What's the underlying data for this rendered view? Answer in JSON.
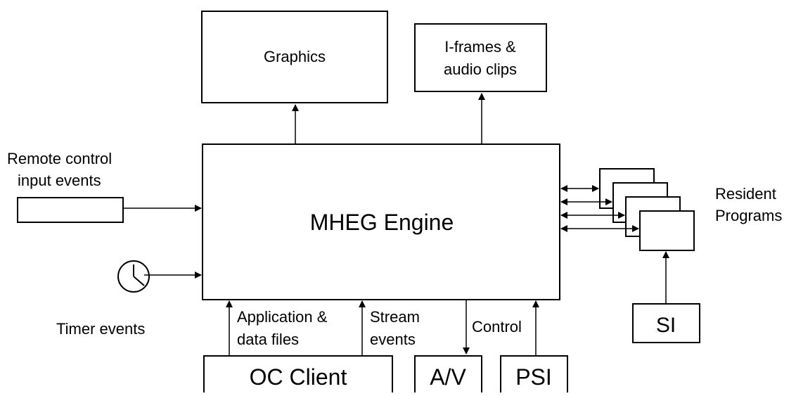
{
  "nodes": {
    "graphics": "Graphics",
    "iframes_line1": "I-frames &",
    "iframes_line2": "audio clips",
    "mheg_engine": "MHEG Engine",
    "oc_client": "OC Client",
    "av": "A/V",
    "psi": "PSI",
    "si": "SI"
  },
  "labels": {
    "remote_line1": "Remote control",
    "remote_line2": "input events",
    "timer_events": "Timer events",
    "resident_line1": "Resident",
    "resident_line2": "Programs",
    "app_files_line1": "Application &",
    "app_files_line2": "data files",
    "stream_line1": "Stream",
    "stream_line2": "events",
    "control": "Control"
  },
  "colors": {
    "stroke": "#000000",
    "fill": "#ffffff",
    "text": "#000000"
  },
  "icons": {
    "timer": "clock-icon"
  }
}
